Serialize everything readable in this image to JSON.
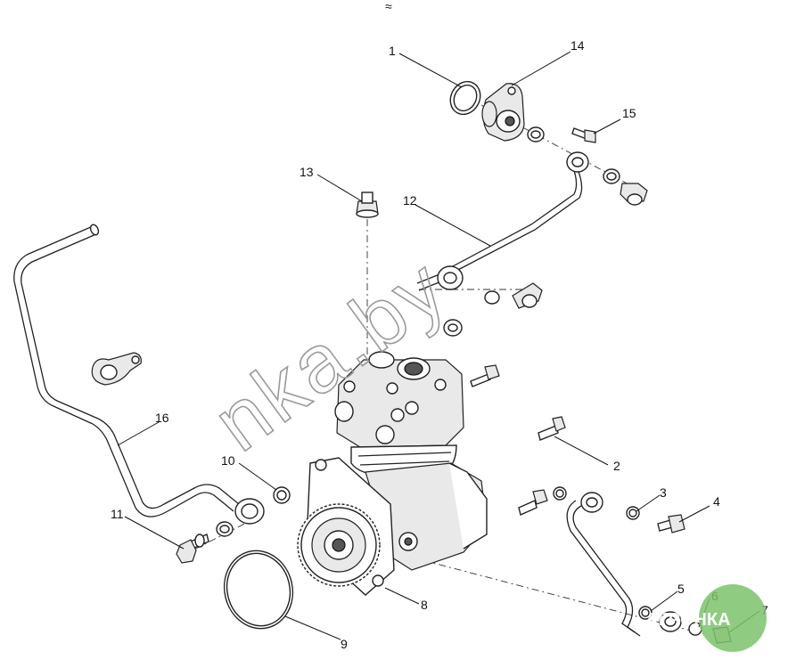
{
  "top_mark": "≈",
  "callouts": [
    {
      "id": "1",
      "text": "1"
    },
    {
      "id": "2",
      "text": "2"
    },
    {
      "id": "3",
      "text": "3"
    },
    {
      "id": "4",
      "text": "4"
    },
    {
      "id": "5",
      "text": "5"
    },
    {
      "id": "6",
      "text": "6"
    },
    {
      "id": "7",
      "text": "7"
    },
    {
      "id": "8",
      "text": "8"
    },
    {
      "id": "9",
      "text": "9"
    },
    {
      "id": "10",
      "text": "10"
    },
    {
      "id": "11",
      "text": "11"
    },
    {
      "id": "12",
      "text": "12"
    },
    {
      "id": "13",
      "text": "13"
    },
    {
      "id": "14",
      "text": "14"
    },
    {
      "id": "15",
      "text": "15"
    },
    {
      "id": "16",
      "text": "16"
    }
  ],
  "watermark": "nka.by",
  "logo": {
    "text": "АГРОНКА",
    "color": "#7cc26a"
  }
}
